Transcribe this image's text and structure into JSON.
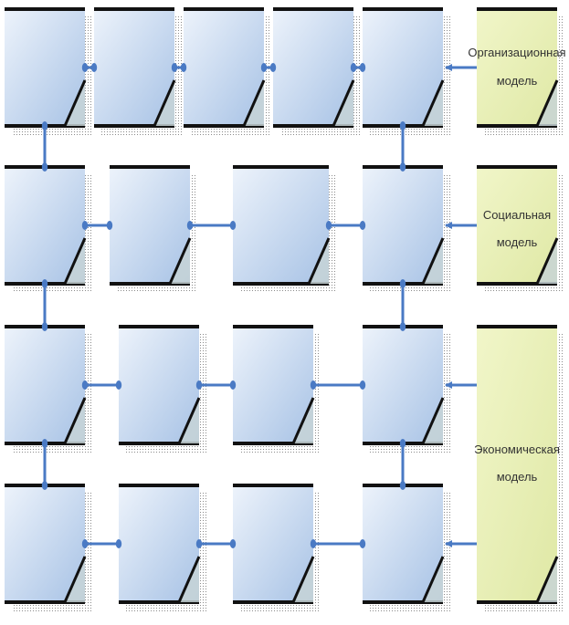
{
  "colors": {
    "box_fill_light": "#e8f0fa",
    "box_fill_dark": "#a9c4e6",
    "model_fill": "#e9f0b8",
    "connector": "#4a7ac4",
    "border": "#111111"
  },
  "models": {
    "organizational": {
      "line1": "Организационная",
      "line2": "модель"
    },
    "social": {
      "line1": "Социальная",
      "line2": "модель"
    },
    "economic": {
      "line1": "Экономическая",
      "line2": "модель"
    }
  }
}
